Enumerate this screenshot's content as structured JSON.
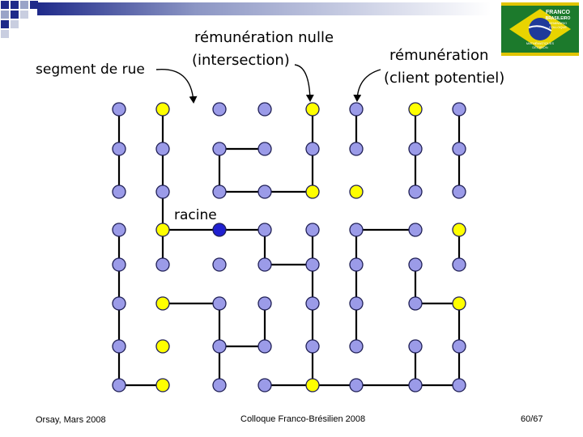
{
  "labels": {
    "segment": "segment de rue",
    "zero_line1": "rémunération nulle",
    "zero_line2": "(intersection)",
    "client_line1": "rémunération",
    "client_line2": "(client potentiel)",
    "root": "racine"
  },
  "footer": {
    "left": "Orsay, Mars 2008",
    "center": "Colloque Franco-Brésilien 2008",
    "right": "60/67"
  },
  "logo": {
    "line1": "FRANCO",
    "line2": "BRASILEIRO",
    "line3": "SEMINÁRIO",
    "line4": "COLLOQUE",
    "line5": "MATHÉMATIQUES",
    "line6": "DÉCISION",
    "icon": "brazil-flag-logo"
  },
  "colors": {
    "node_fill": "#9b9be8",
    "node_stroke": "#1f1f55",
    "client_fill": "#ffff00",
    "root_fill": "#2020d0",
    "edge": "#000000",
    "arrow": "#000000",
    "corner_blue": "#1f2a8a"
  },
  "graph": {
    "rows": 8,
    "cols": 8,
    "root": [
      3,
      2
    ],
    "client_nodes": [
      [
        0,
        1
      ],
      [
        0,
        4
      ],
      [
        0,
        6
      ],
      [
        2,
        4
      ],
      [
        2,
        5
      ],
      [
        3,
        1
      ],
      [
        3,
        7
      ],
      [
        5,
        1
      ],
      [
        5,
        7
      ],
      [
        6,
        1
      ],
      [
        7,
        1
      ],
      [
        7,
        4
      ]
    ],
    "edges": [
      [
        [
          0,
          0
        ],
        [
          1,
          0
        ]
      ],
      [
        [
          1,
          0
        ],
        [
          2,
          0
        ]
      ],
      [
        [
          0,
          1
        ],
        [
          1,
          1
        ]
      ],
      [
        [
          1,
          1
        ],
        [
          2,
          1
        ]
      ],
      [
        [
          0,
          4
        ],
        [
          1,
          4
        ]
      ],
      [
        [
          1,
          4
        ],
        [
          2,
          4
        ]
      ],
      [
        [
          0,
          5
        ],
        [
          1,
          5
        ]
      ],
      [
        [
          0,
          6
        ],
        [
          1,
          6
        ]
      ],
      [
        [
          1,
          6
        ],
        [
          2,
          6
        ]
      ],
      [
        [
          0,
          7
        ],
        [
          1,
          7
        ]
      ],
      [
        [
          1,
          7
        ],
        [
          2,
          7
        ]
      ],
      [
        [
          1,
          2
        ],
        [
          1,
          3
        ]
      ],
      [
        [
          1,
          2
        ],
        [
          2,
          2
        ]
      ],
      [
        [
          2,
          2
        ],
        [
          2,
          3
        ]
      ],
      [
        [
          2,
          3
        ],
        [
          2,
          4
        ]
      ],
      [
        [
          2,
          1
        ],
        [
          3,
          1
        ]
      ],
      [
        [
          3,
          1
        ],
        [
          3,
          2
        ]
      ],
      [
        [
          3,
          2
        ],
        [
          3,
          3
        ]
      ],
      [
        [
          3,
          0
        ],
        [
          4,
          0
        ]
      ],
      [
        [
          4,
          0
        ],
        [
          5,
          0
        ]
      ],
      [
        [
          5,
          0
        ],
        [
          6,
          0
        ]
      ],
      [
        [
          6,
          0
        ],
        [
          7,
          0
        ]
      ],
      [
        [
          7,
          0
        ],
        [
          7,
          1
        ]
      ],
      [
        [
          3,
          1
        ],
        [
          4,
          1
        ]
      ],
      [
        [
          3,
          3
        ],
        [
          4,
          3
        ]
      ],
      [
        [
          3,
          4
        ],
        [
          4,
          4
        ]
      ],
      [
        [
          3,
          5
        ],
        [
          3,
          6
        ]
      ],
      [
        [
          3,
          5
        ],
        [
          4,
          5
        ]
      ],
      [
        [
          3,
          7
        ],
        [
          4,
          7
        ]
      ],
      [
        [
          4,
          3
        ],
        [
          4,
          4
        ]
      ],
      [
        [
          4,
          4
        ],
        [
          5,
          4
        ]
      ],
      [
        [
          4,
          6
        ],
        [
          5,
          6
        ]
      ],
      [
        [
          5,
          1
        ],
        [
          5,
          2
        ]
      ],
      [
        [
          5,
          2
        ],
        [
          6,
          2
        ]
      ],
      [
        [
          5,
          3
        ],
        [
          6,
          3
        ]
      ],
      [
        [
          5,
          4
        ],
        [
          6,
          4
        ]
      ],
      [
        [
          5,
          5
        ],
        [
          6,
          5
        ]
      ],
      [
        [
          5,
          7
        ],
        [
          6,
          7
        ]
      ],
      [
        [
          5,
          6
        ],
        [
          5,
          7
        ]
      ],
      [
        [
          6,
          2
        ],
        [
          7,
          2
        ]
      ],
      [
        [
          6,
          3
        ],
        [
          6,
          2
        ]
      ],
      [
        [
          6,
          4
        ],
        [
          7,
          4
        ]
      ],
      [
        [
          7,
          3
        ],
        [
          7,
          4
        ]
      ],
      [
        [
          7,
          4
        ],
        [
          7,
          5
        ]
      ],
      [
        [
          7,
          5
        ],
        [
          7,
          6
        ]
      ],
      [
        [
          7,
          6
        ],
        [
          7,
          7
        ]
      ],
      [
        [
          6,
          7
        ],
        [
          7,
          7
        ]
      ],
      [
        [
          4,
          5
        ],
        [
          5,
          5
        ]
      ],
      [
        [
          6,
          6
        ],
        [
          7,
          6
        ]
      ]
    ]
  }
}
